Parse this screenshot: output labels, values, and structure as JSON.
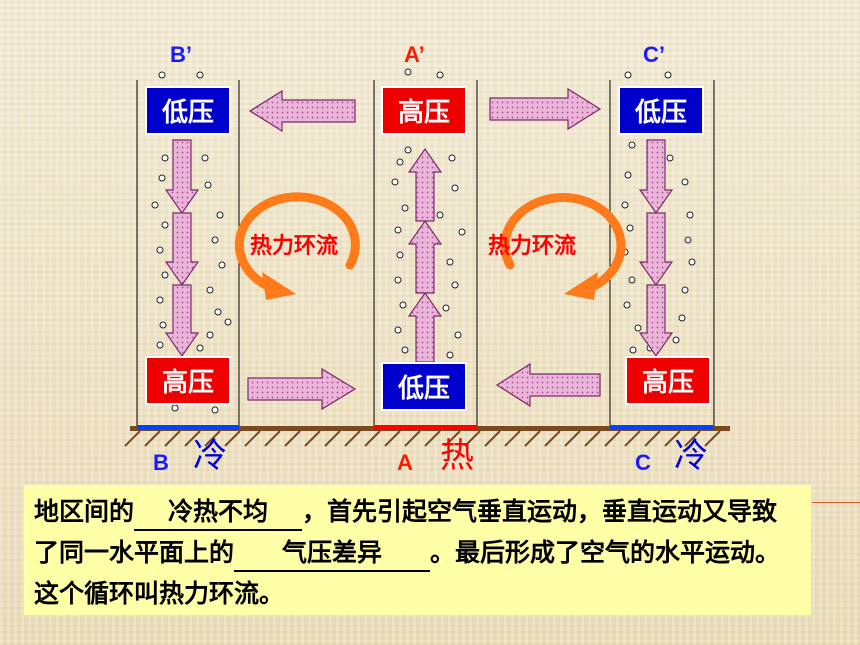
{
  "columns": {
    "B": {
      "top_label": "B’",
      "bottom_label": "B",
      "top_pressure": "低压",
      "bottom_pressure": "高压",
      "temperature": "冷"
    },
    "A": {
      "top_label": "A’",
      "bottom_label": "A",
      "top_pressure": "高压",
      "bottom_pressure": "低压",
      "temperature": "热"
    },
    "C": {
      "top_label": "C’",
      "bottom_label": "C",
      "top_pressure": "低压",
      "bottom_pressure": "高压",
      "temperature": "冷"
    }
  },
  "circulation_labels": {
    "left": "热力环流",
    "right": "热力环流"
  },
  "colors": {
    "low_pressure": "#0000cc",
    "high_pressure": "#ee0000",
    "arrow_fill": "#e7b6d8",
    "circulation": "#ff7a1a",
    "cold_surface": "#0044ff",
    "hot_surface": "#ff0000"
  },
  "summary": {
    "part1": "地区间的",
    "blank1": "冷热不均",
    "part2": "，首先引起空气垂直运动，垂直运动又导致了同一水平面上的",
    "blank2": "气压差异",
    "part3": "。最后形成了空气的水平运动。这个循环叫热力环流。"
  }
}
